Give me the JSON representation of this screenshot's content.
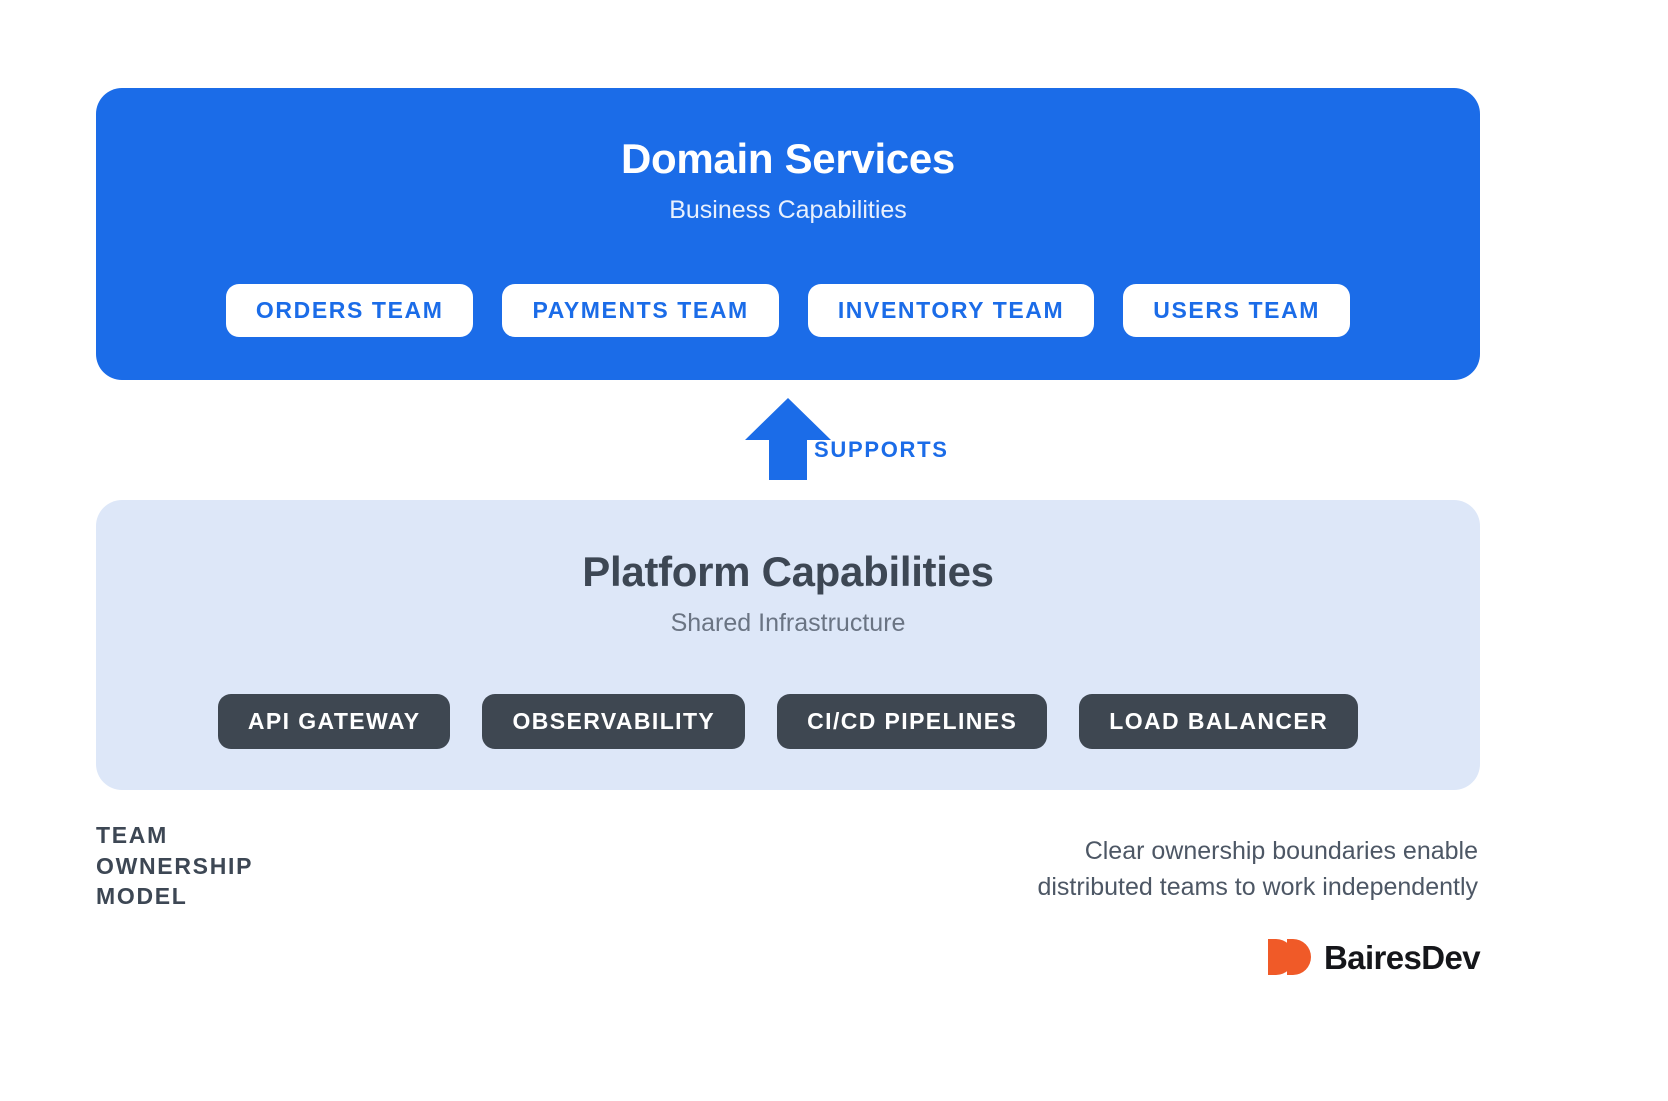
{
  "colors": {
    "domain_band": "#1b6ce8",
    "platform_band": "#dde7f8",
    "pill_dark": "#3e4751",
    "accent_blue": "#1b6ce8",
    "slate": "#3d4754",
    "logo_orange": "#f05a28",
    "background": "#ffffff"
  },
  "domain": {
    "title": "Domain Services",
    "subtitle": "Business Capabilities",
    "pills": [
      {
        "label": "ORDERS TEAM"
      },
      {
        "label": "PAYMENTS TEAM"
      },
      {
        "label": "INVENTORY TEAM"
      },
      {
        "label": "USERS TEAM"
      }
    ]
  },
  "connector": {
    "icon": "arrow-up-icon",
    "label": "SUPPORTS"
  },
  "platform": {
    "title": "Platform Capabilities",
    "subtitle": "Shared Infrastructure",
    "pills": [
      {
        "label": "API GATEWAY"
      },
      {
        "label": "OBSERVABILITY"
      },
      {
        "label": "CI/CD PIPELINES"
      },
      {
        "label": "LOAD BALANCER"
      }
    ]
  },
  "footer": {
    "label_line1": "TEAM",
    "label_line2": "OWNERSHIP",
    "label_line3": "MODEL",
    "caption_line1": "Clear ownership boundaries enable",
    "caption_line2": "distributed teams to work independently",
    "logo_text": "BairesDev"
  }
}
